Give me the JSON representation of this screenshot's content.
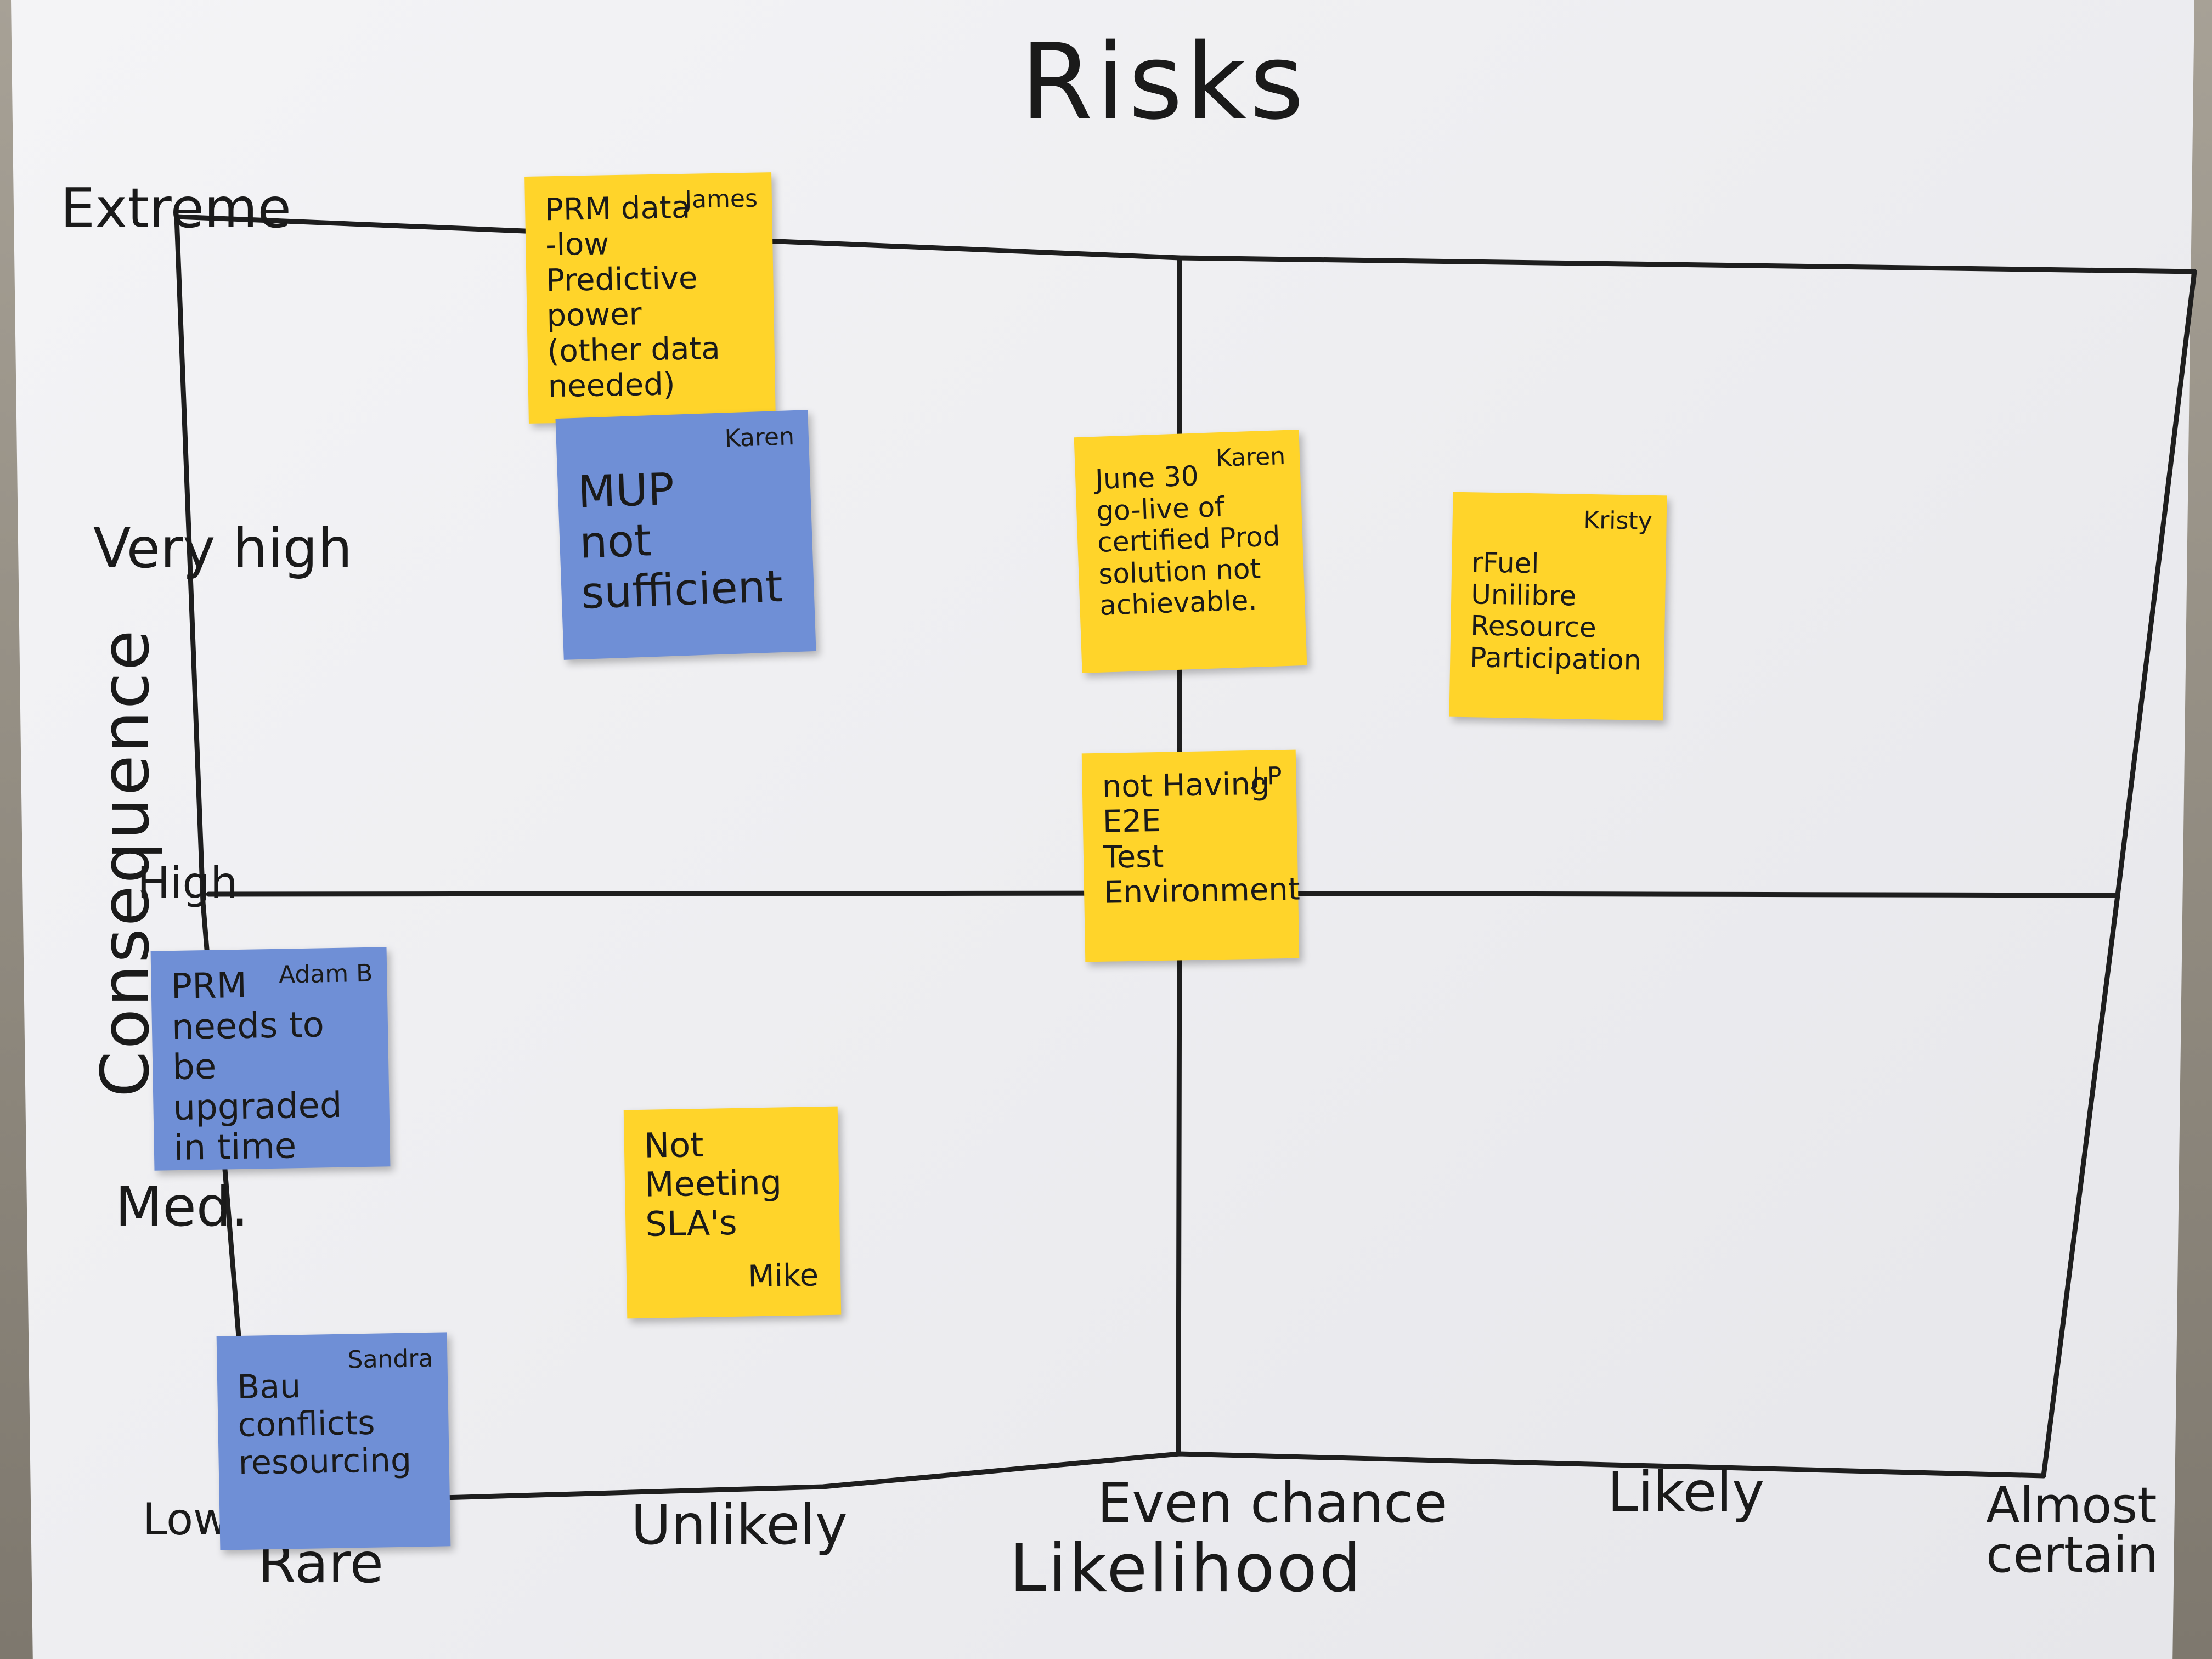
{
  "board": {
    "title": "Risks",
    "x_axis_title": "Likelihood",
    "y_axis_title": "Consequence",
    "x_levels": [
      "Rare",
      "Unlikely",
      "Even chance",
      "Likely",
      "Almost certain"
    ],
    "y_levels": [
      "Extreme",
      "Very high",
      "High",
      "Med.",
      "Low"
    ]
  },
  "notes": [
    {
      "color": "yellow",
      "text": "PRM data\n-low\nPredictive\npower\n(other data needed)",
      "owner": "James"
    },
    {
      "color": "blue",
      "text": "MUP\nnot\nsufficient",
      "owner": "Karen"
    },
    {
      "color": "yellow",
      "text": "June 30\ngo-live of\ncertified Prod\nsolution not\nachievable.",
      "owner": "Karen"
    },
    {
      "color": "yellow",
      "text": "rFuel\nUnilibre\nResource\nParticipation",
      "owner": "Kristy"
    },
    {
      "color": "yellow",
      "text": "not Having\nE2E\nTest\nEnvironment",
      "owner": "J.P"
    },
    {
      "color": "blue",
      "text": "PRM\nneeds to\nbe upgraded\nin time",
      "owner": "Adam B"
    },
    {
      "color": "yellow",
      "text": "Not\nMeeting\nSLA's",
      "owner": "Mike"
    },
    {
      "color": "blue",
      "text": "Bau\nconflicts\nresourcing",
      "owner": "Sandra"
    }
  ],
  "colors": {
    "yellow_note": "#ffd42a",
    "blue_note": "#6f8fd6",
    "ink": "#1a1a1a",
    "paper": "#f0f0f3"
  }
}
